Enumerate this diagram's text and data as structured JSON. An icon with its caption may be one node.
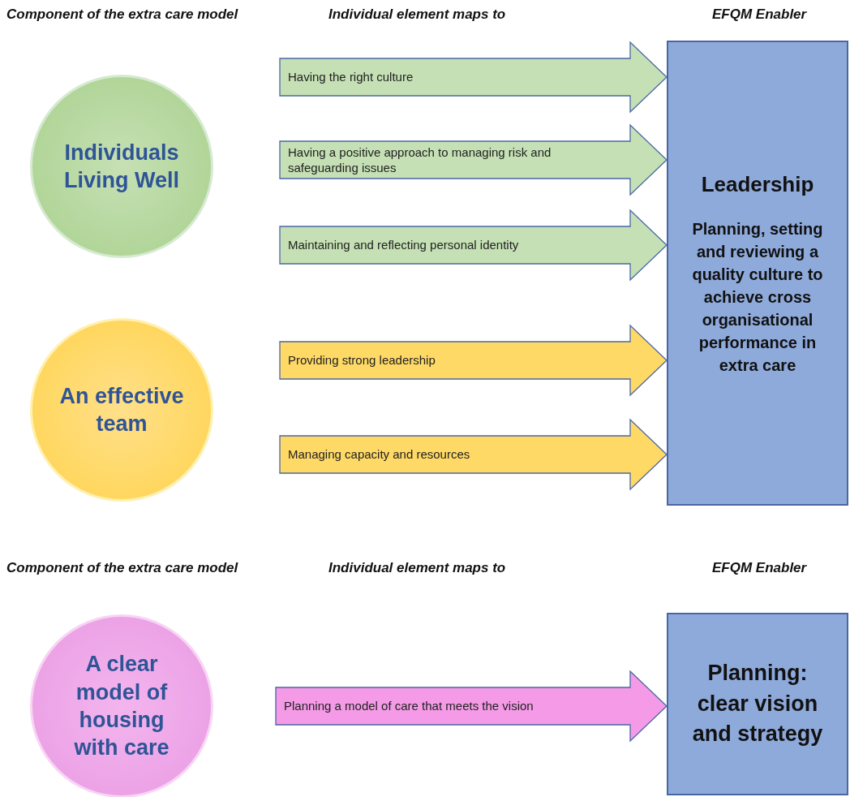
{
  "diagram": {
    "nodes": [
      {
        "text": [
          "Individuals Living Well"
        ]
      },
      {
        "text": [
          "An effective team"
        ]
      },
      {
        "text": [
          "Leadership",
          "Planning, setting and reviewing a quality culture to achieve cross organisational performance in extra care"
        ]
      },
      {
        "text": [
          "A clear model of housing with care"
        ]
      },
      {
        "text": [
          "Planning: clear vision and strategy"
        ]
      }
    ],
    "edges": [
      {
        "from": null,
        "to": 2,
        "arrow": "to",
        "label": "Having the right culture",
        "color": "#c5e0b4"
      },
      {
        "from": null,
        "to": 2,
        "arrow": "to",
        "label": "Having a positive approach to managing risk and safeguarding issues",
        "color": "#c5e0b4"
      },
      {
        "from": null,
        "to": 2,
        "arrow": "to",
        "label": "Maintaining and reflecting personal identity",
        "color": "#c5e0b4"
      },
      {
        "from": null,
        "to": 2,
        "arrow": "to",
        "label": "Providing strong leadership",
        "color": "#ffd966"
      },
      {
        "from": null,
        "to": 2,
        "arrow": "to",
        "label": "Managing capacity and resources",
        "color": "#ffd966"
      },
      {
        "from": null,
        "to": 4,
        "arrow": "to",
        "label": "Planning a model of care that meets the vision",
        "color": "#f49ae6"
      }
    ],
    "labels": [
      "Component of the extra care model",
      "Individual element maps to",
      "EFQM Enabler",
      "Component of the extra care model",
      "Individual element maps to",
      "EFQM Enabler"
    ]
  }
}
